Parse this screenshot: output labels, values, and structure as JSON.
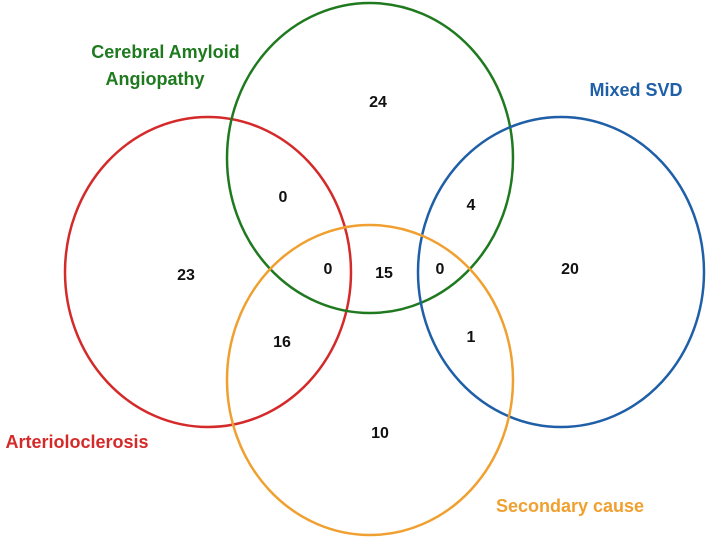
{
  "sets": {
    "caa": {
      "label_line1": "Cerebral Amyloid",
      "label_line2": "Angiopathy",
      "color": "#1f7a1f"
    },
    "mixed": {
      "label": "Mixed SVD",
      "color": "#1f5fa8"
    },
    "arterio": {
      "label": "Arteriolocleros​is",
      "color": "#d42a2a"
    },
    "secondary": {
      "label": "Secondary cause",
      "color": "#f0a030"
    }
  },
  "counts": {
    "caa_only": "24",
    "arterio_caa": "0",
    "caa_mixed": "4",
    "arterio_only": "23",
    "arterio_caa_secondary": "0",
    "caa_secondary": "15",
    "caa_mixed_secondary": "0",
    "mixed_only": "20",
    "arterio_secondary": "16",
    "mixed_secondary": "1",
    "secondary_only": "10"
  }
}
